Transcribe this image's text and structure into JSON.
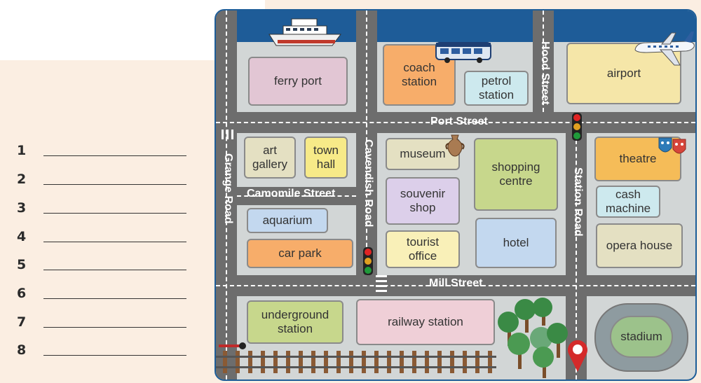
{
  "questions": {
    "numbers": [
      "1",
      "2",
      "3",
      "4",
      "5",
      "6",
      "7",
      "8"
    ]
  },
  "map": {
    "streets": {
      "port": "Port Street",
      "camomile": "Camomile Street",
      "mill": "Mill Street",
      "grange": "Grange Road",
      "cavendish": "Cavendish Road",
      "hood": "Hood Street",
      "station": "Station Road"
    },
    "buildings": {
      "ferry_port": "ferry port",
      "coach_station": "coach\nstation",
      "petrol_station": "petrol\nstation",
      "airport": "airport",
      "art_gallery": "art\ngallery",
      "town_hall": "town\nhall",
      "museum": "museum",
      "shopping_centre": "shopping\ncentre",
      "theatre": "theatre",
      "cash_machine": "cash\nmachine",
      "souvenir_shop": "souvenir\nshop",
      "aquarium": "aquarium",
      "car_park": "car park",
      "tourist_office": "tourist\noffice",
      "hotel": "hotel",
      "opera_house": "opera house",
      "underground_station": "underground\nstation",
      "railway_station": "railway station",
      "stadium": "stadium"
    },
    "colors": {
      "sea": "#1e5c98",
      "road": "#6d6d6d",
      "ground": "#d2d6d6"
    },
    "icons": [
      "ship-icon",
      "bus-icon",
      "airplane-icon",
      "amphora-icon",
      "theatre-masks-icon",
      "traffic-light-icon",
      "location-pin-icon",
      "tree-icon",
      "railway-track-icon"
    ]
  }
}
